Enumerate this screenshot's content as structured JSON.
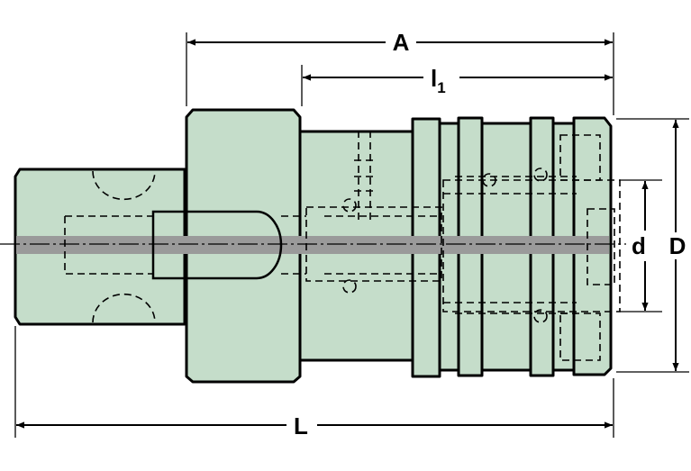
{
  "dimensions": {
    "A": "A",
    "l1_main": "l",
    "l1_sub": "1",
    "d": "d",
    "D": "D",
    "L": "L"
  },
  "colors": {
    "part_fill": "#c5ddca",
    "axis_band": "#9a9a9a",
    "line": "#000000"
  }
}
